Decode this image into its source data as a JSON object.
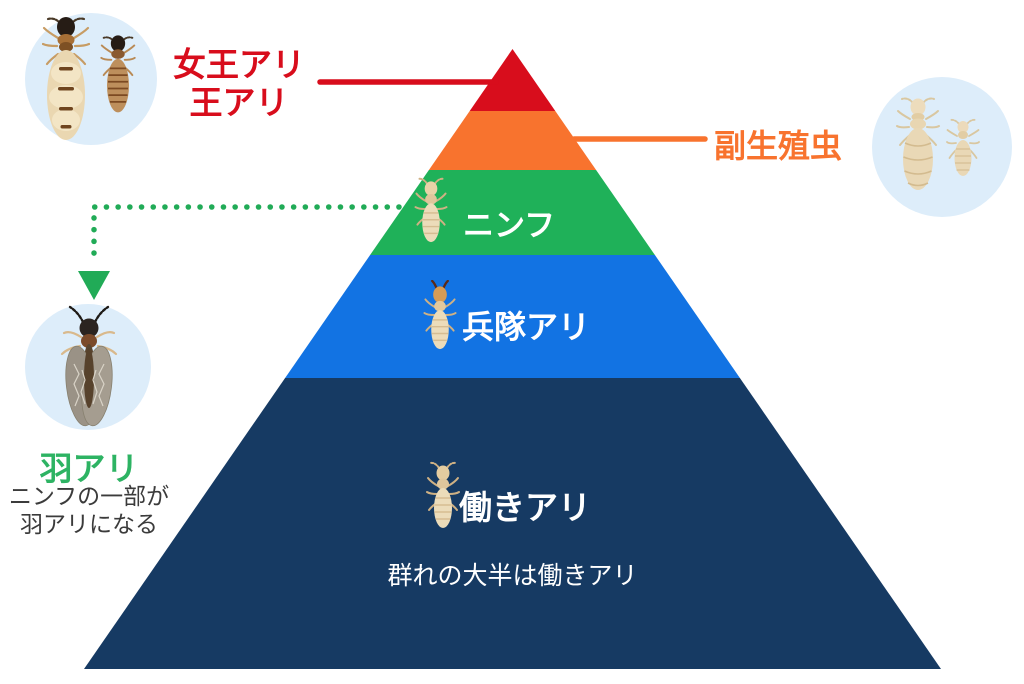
{
  "colors": {
    "page_bg": "#ffffff",
    "circle_bg": "#ddedfa",
    "arrow_green": "#21ab57",
    "connector_red": "#d80d1c",
    "connector_orange": "#f8732e",
    "label_red": "#d80d1c",
    "label_orange": "#f8732e",
    "label_green": "#2db363",
    "note_dark": "#3b3b3b",
    "pyramid_text": "#ffffff"
  },
  "pyramid_levels": [
    {
      "id": "queen-king",
      "color": "#d80d1c"
    },
    {
      "id": "secondary-reproductives",
      "color": "#f8732e"
    },
    {
      "id": "nymph",
      "color": "#1fb159",
      "label": "ニンフ"
    },
    {
      "id": "soldier",
      "color": "#1273e3",
      "label": "兵隊アリ"
    },
    {
      "id": "worker",
      "color": "#163a63",
      "label": "働きアリ",
      "note": "群れの大半は働きアリ"
    }
  ],
  "callouts": {
    "queen_king": {
      "line1": "女王アリ",
      "line2": "王アリ"
    },
    "secondary": {
      "label": "副生殖虫"
    },
    "winged": {
      "title": "羽アリ",
      "note_line1": "ニンフの一部が",
      "note_line2": "羽アリになる"
    }
  },
  "icons": {
    "top_left_circle": [
      "queen-termite-icon",
      "king-termite-icon"
    ],
    "right_circle": [
      "secondary-reproductive-large-icon",
      "secondary-reproductive-small-icon"
    ],
    "bottom_left_circle": [
      "winged-termite-icon"
    ],
    "pyramid": [
      "nymph-termite-icon",
      "soldier-termite-icon",
      "worker-termite-icon"
    ]
  }
}
